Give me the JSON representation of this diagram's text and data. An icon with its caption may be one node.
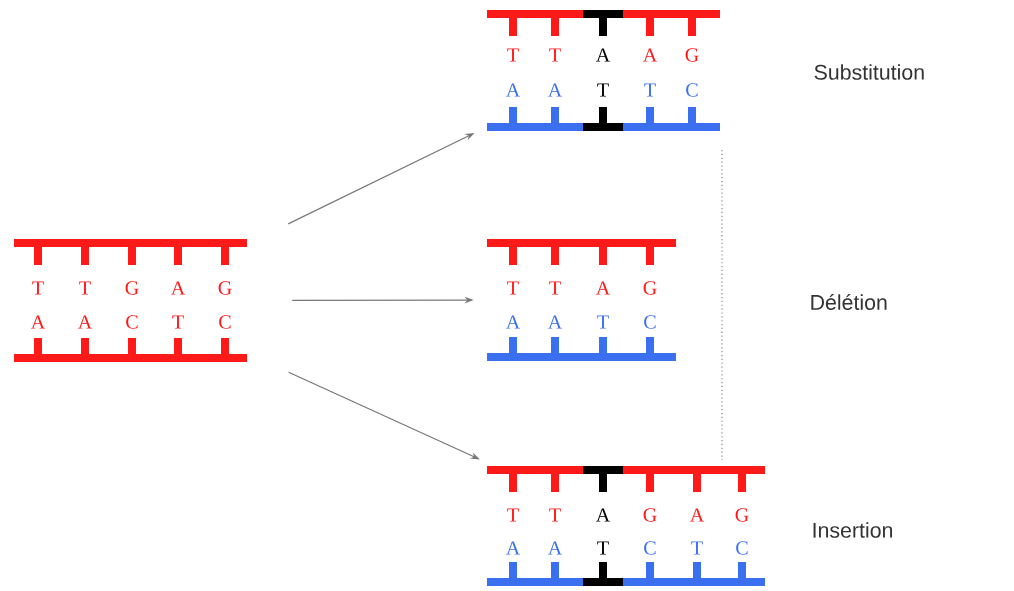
{
  "diagram": {
    "nodes": [
      {
        "text": [
          "T",
          "T",
          "G",
          "A",
          "G",
          "A",
          "A",
          "C",
          "T",
          "C"
        ]
      },
      {
        "text": [
          "T",
          "T",
          "A",
          "A",
          "G",
          "A",
          "A",
          "T",
          "T",
          "C"
        ]
      },
      {
        "text": [
          "T",
          "T",
          "A",
          "G",
          "A",
          "A",
          "T",
          "C"
        ]
      },
      {
        "text": [
          "T",
          "T",
          "A",
          "G",
          "A",
          "G",
          "A",
          "A",
          "T",
          "C",
          "T",
          "C"
        ]
      }
    ],
    "labels": [
      "Substitution",
      "Délétion",
      "Insertion"
    ],
    "edges": [
      {
        "from": 0,
        "to": 1,
        "arrow": "to"
      },
      {
        "from": 0,
        "to": 2,
        "arrow": "to"
      },
      {
        "from": 0,
        "to": 3,
        "arrow": "to"
      }
    ]
  }
}
